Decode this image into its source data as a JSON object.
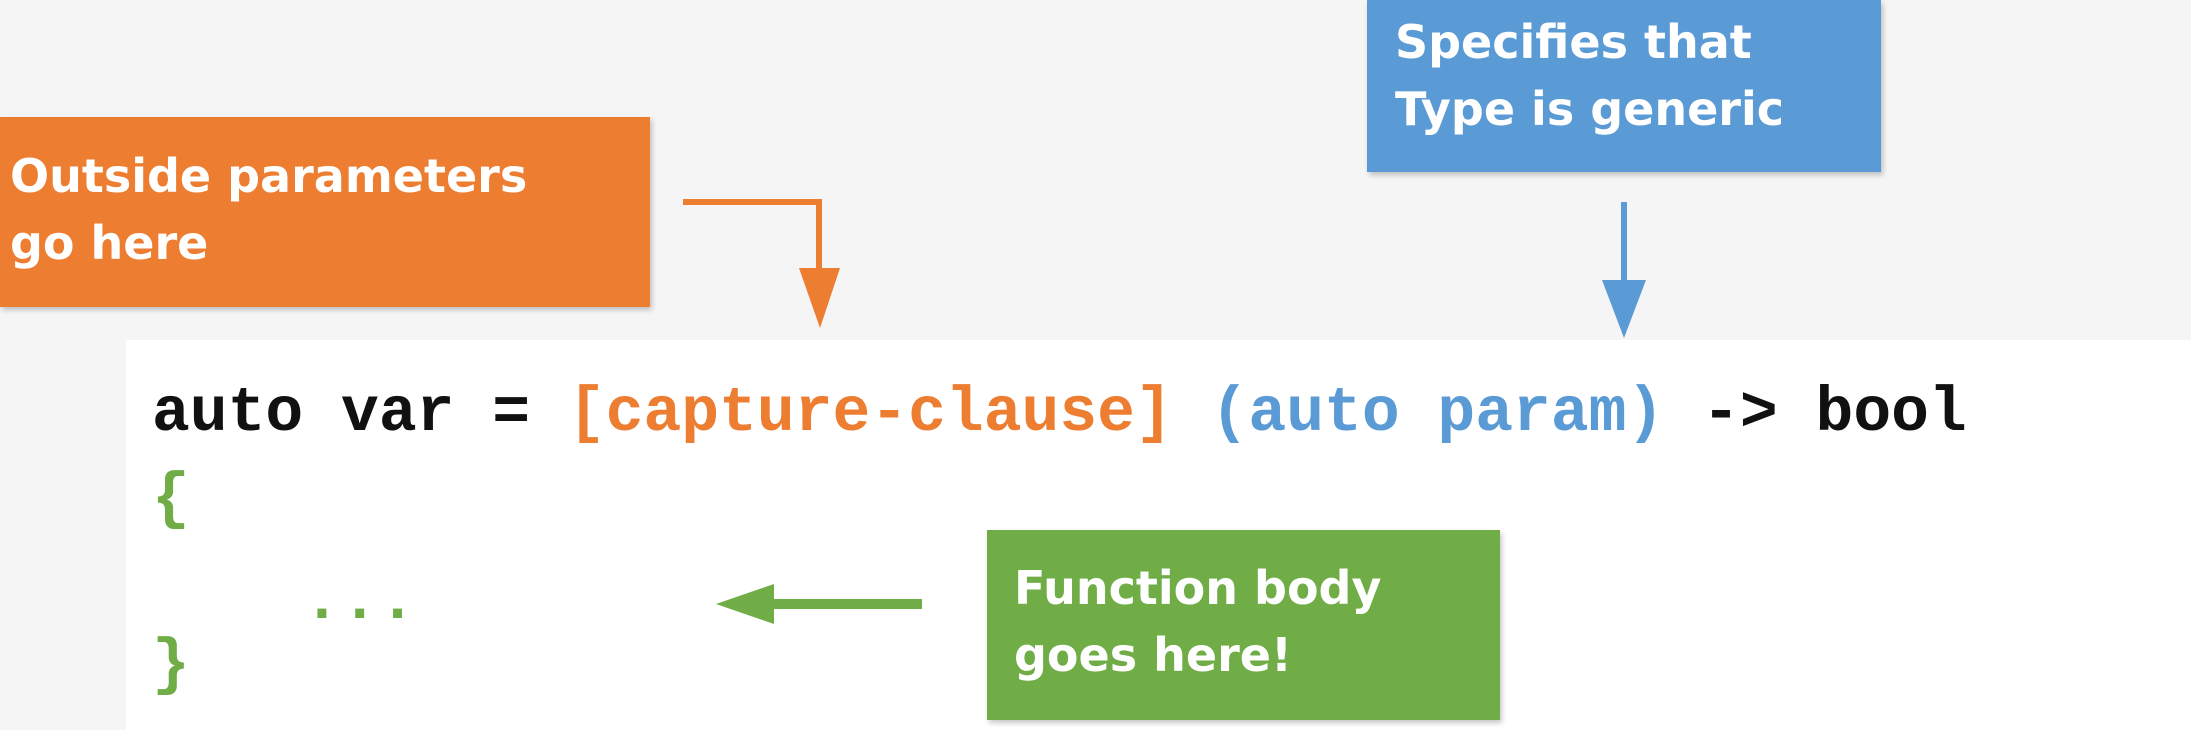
{
  "colors": {
    "orange": "#ed7d31",
    "blue": "#5b9bd5",
    "green": "#70ad47",
    "black": "#111111",
    "background": "#f5f5f5",
    "code_panel": "#ffffff"
  },
  "callouts": {
    "outside_params": {
      "line1": "Outside parameters",
      "line2": "go here"
    },
    "generic_type": {
      "line1": "Specifies that",
      "line2": "Type is generic"
    },
    "function_body": {
      "line1": "Function body",
      "line2": "goes here!"
    }
  },
  "code": {
    "kw_auto": "auto var = ",
    "capture_clause": "[capture-clause]",
    "param_list": "(auto param)",
    "return_part": "-> bool",
    "open_brace": "{",
    "body_placeholder": "...",
    "close_brace": "}"
  }
}
